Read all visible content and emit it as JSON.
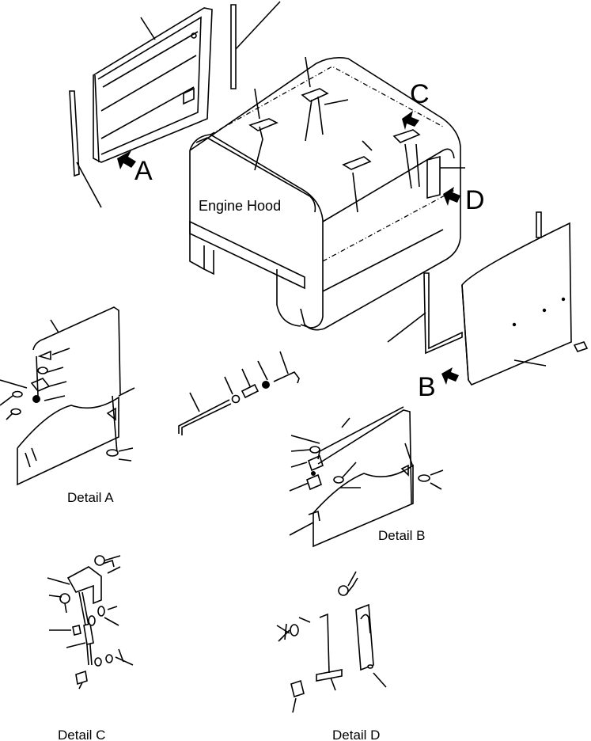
{
  "diagram": {
    "main_label": "Engine Hood",
    "view_markers": {
      "a": "A",
      "b": "B",
      "c": "C",
      "d": "D"
    },
    "detail_labels": {
      "a": "Detail A",
      "b": "Detail B",
      "c": "Detail C",
      "d": "Detail D"
    }
  }
}
